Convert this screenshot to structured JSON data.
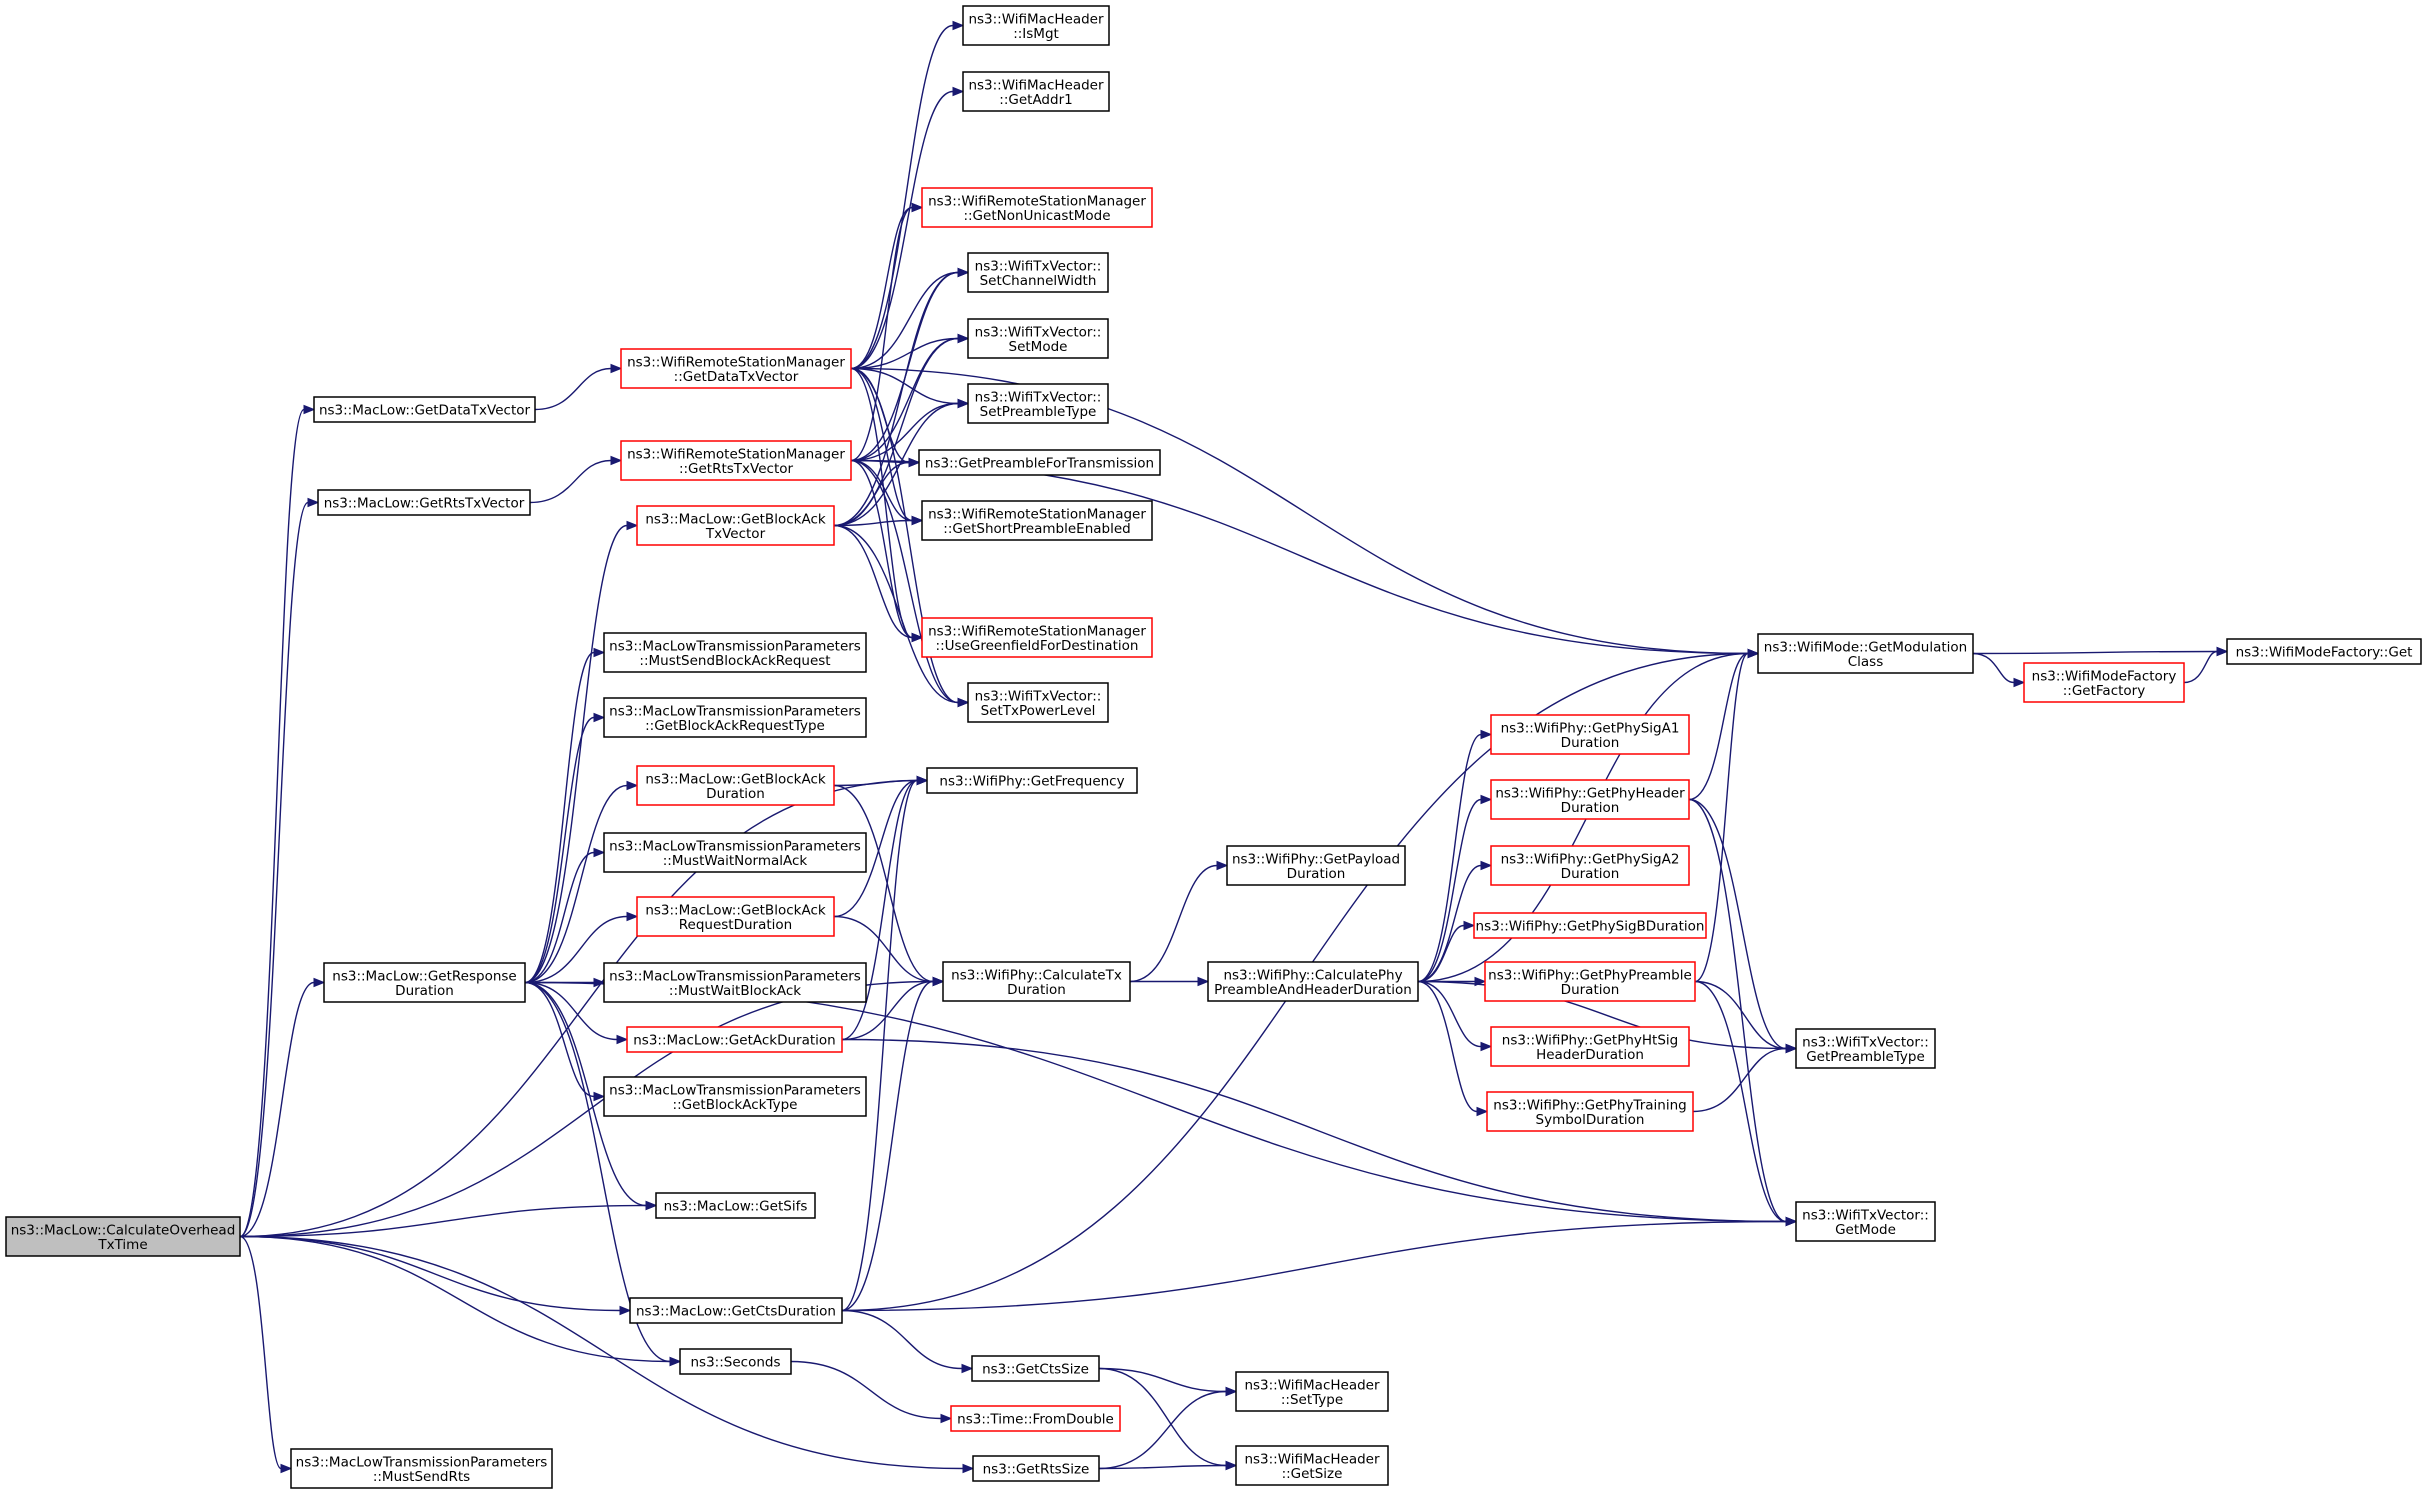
{
  "nodes": [
    {
      "id": "root",
      "lines": [
        "ns3::MacLow::CalculateOverhead",
        "TxTime"
      ],
      "style": "root"
    },
    {
      "id": "getDataTxVector",
      "lines": [
        "ns3::MacLow::GetDataTxVector"
      ],
      "style": "black"
    },
    {
      "id": "getRtsTxVector",
      "lines": [
        "ns3::MacLow::GetRtsTxVector"
      ],
      "style": "black"
    },
    {
      "id": "getResponseDuration",
      "lines": [
        "ns3::MacLow::GetResponse",
        "Duration"
      ],
      "style": "black"
    },
    {
      "id": "getSifs",
      "lines": [
        "ns3::MacLow::GetSifs"
      ],
      "style": "black"
    },
    {
      "id": "getCtsDuration",
      "lines": [
        "ns3::MacLow::GetCtsDuration"
      ],
      "style": "black"
    },
    {
      "id": "seconds",
      "lines": [
        "ns3::Seconds"
      ],
      "style": "black"
    },
    {
      "id": "mustSendRts",
      "lines": [
        "ns3::MacLowTransmissionParameters",
        "::MustSendRts"
      ],
      "style": "black"
    },
    {
      "id": "wrsmGetDataTxVector",
      "lines": [
        "ns3::WifiRemoteStationManager",
        "::GetDataTxVector"
      ],
      "style": "red"
    },
    {
      "id": "wrsmGetRtsTxVector",
      "lines": [
        "ns3::WifiRemoteStationManager",
        "::GetRtsTxVector"
      ],
      "style": "red"
    },
    {
      "id": "getBlockAckTxVector",
      "lines": [
        "ns3::MacLow::GetBlockAck",
        "TxVector"
      ],
      "style": "red"
    },
    {
      "id": "mustSendBlockAckRequest",
      "lines": [
        "ns3::MacLowTransmissionParameters",
        "::MustSendBlockAckRequest"
      ],
      "style": "black"
    },
    {
      "id": "getBlockAckRequestType",
      "lines": [
        "ns3::MacLowTransmissionParameters",
        "::GetBlockAckRequestType"
      ],
      "style": "black"
    },
    {
      "id": "getBlockAckDuration",
      "lines": [
        "ns3::MacLow::GetBlockAck",
        "Duration"
      ],
      "style": "red"
    },
    {
      "id": "mustWaitNormalAck",
      "lines": [
        "ns3::MacLowTransmissionParameters",
        "::MustWaitNormalAck"
      ],
      "style": "black"
    },
    {
      "id": "getBlockAckRequestDuration",
      "lines": [
        "ns3::MacLow::GetBlockAck",
        "RequestDuration"
      ],
      "style": "red"
    },
    {
      "id": "mustWaitBlockAck",
      "lines": [
        "ns3::MacLowTransmissionParameters",
        "::MustWaitBlockAck"
      ],
      "style": "black"
    },
    {
      "id": "getAckDuration",
      "lines": [
        "ns3::MacLow::GetAckDuration"
      ],
      "style": "red"
    },
    {
      "id": "getBlockAckType",
      "lines": [
        "ns3::MacLowTransmissionParameters",
        "::GetBlockAckType"
      ],
      "style": "black"
    },
    {
      "id": "getCtsSize",
      "lines": [
        "ns3::GetCtsSize"
      ],
      "style": "black"
    },
    {
      "id": "fromDouble",
      "lines": [
        "ns3::Time::FromDouble"
      ],
      "style": "red"
    },
    {
      "id": "getRtsSize",
      "lines": [
        "ns3::GetRtsSize"
      ],
      "style": "black"
    },
    {
      "id": "isMgt",
      "lines": [
        "ns3::WifiMacHeader",
        "::IsMgt"
      ],
      "style": "black"
    },
    {
      "id": "getAddr1",
      "lines": [
        "ns3::WifiMacHeader",
        "::GetAddr1"
      ],
      "style": "black"
    },
    {
      "id": "getNonUnicastMode",
      "lines": [
        "ns3::WifiRemoteStationManager",
        "::GetNonUnicastMode"
      ],
      "style": "red"
    },
    {
      "id": "setChannelWidth",
      "lines": [
        "ns3::WifiTxVector::",
        "SetChannelWidth"
      ],
      "style": "black"
    },
    {
      "id": "setMode",
      "lines": [
        "ns3::WifiTxVector::",
        "SetMode"
      ],
      "style": "black"
    },
    {
      "id": "setPreambleType",
      "lines": [
        "ns3::WifiTxVector::",
        "SetPreambleType"
      ],
      "style": "black"
    },
    {
      "id": "getPreambleForTransmission",
      "lines": [
        "ns3::GetPreambleForTransmission"
      ],
      "style": "black"
    },
    {
      "id": "getShortPreambleEnabled",
      "lines": [
        "ns3::WifiRemoteStationManager",
        "::GetShortPreambleEnabled"
      ],
      "style": "black"
    },
    {
      "id": "useGreenfieldForDestination",
      "lines": [
        "ns3::WifiRemoteStationManager",
        "::UseGreenfieldForDestination"
      ],
      "style": "red"
    },
    {
      "id": "setTxPowerLevel",
      "lines": [
        "ns3::WifiTxVector::",
        "SetTxPowerLevel"
      ],
      "style": "black"
    },
    {
      "id": "getFrequency",
      "lines": [
        "ns3::WifiPhy::GetFrequency"
      ],
      "style": "black"
    },
    {
      "id": "calculateTxDuration",
      "lines": [
        "ns3::WifiPhy::CalculateTx",
        "Duration"
      ],
      "style": "black"
    },
    {
      "id": "getPayloadDuration",
      "lines": [
        "ns3::WifiPhy::GetPayload",
        "Duration"
      ],
      "style": "black"
    },
    {
      "id": "setType",
      "lines": [
        "ns3::WifiMacHeader",
        "::SetType"
      ],
      "style": "black"
    },
    {
      "id": "getSize",
      "lines": [
        "ns3::WifiMacHeader",
        "::GetSize"
      ],
      "style": "black"
    },
    {
      "id": "calculatePhyPreambleAndHeaderDuration",
      "lines": [
        "ns3::WifiPhy::CalculatePhy",
        "PreambleAndHeaderDuration"
      ],
      "style": "black"
    },
    {
      "id": "getPhySigA1Duration",
      "lines": [
        "ns3::WifiPhy::GetPhySigA1",
        "Duration"
      ],
      "style": "red"
    },
    {
      "id": "getPhyHeaderDuration",
      "lines": [
        "ns3::WifiPhy::GetPhyHeader",
        "Duration"
      ],
      "style": "red"
    },
    {
      "id": "getPhySigA2Duration",
      "lines": [
        "ns3::WifiPhy::GetPhySigA2",
        "Duration"
      ],
      "style": "red"
    },
    {
      "id": "getPhySigBDuration",
      "lines": [
        "ns3::WifiPhy::GetPhySigBDuration"
      ],
      "style": "red"
    },
    {
      "id": "getPhyPreambleDuration",
      "lines": [
        "ns3::WifiPhy::GetPhyPreamble",
        "Duration"
      ],
      "style": "red"
    },
    {
      "id": "getPhyHtSigHeaderDuration",
      "lines": [
        "ns3::WifiPhy::GetPhyHtSig",
        "HeaderDuration"
      ],
      "style": "red"
    },
    {
      "id": "getPhyTrainingSymbolDuration",
      "lines": [
        "ns3::WifiPhy::GetPhyTraining",
        "SymbolDuration"
      ],
      "style": "red"
    },
    {
      "id": "getModulationClass",
      "lines": [
        "ns3::WifiMode::GetModulation",
        "Class"
      ],
      "style": "black"
    },
    {
      "id": "getPreambleType",
      "lines": [
        "ns3::WifiTxVector::",
        "GetPreambleType"
      ],
      "style": "black"
    },
    {
      "id": "getMode",
      "lines": [
        "ns3::WifiTxVector::",
        "GetMode"
      ],
      "style": "black"
    },
    {
      "id": "getFactory",
      "lines": [
        "ns3::WifiModeFactory",
        "::GetFactory"
      ],
      "style": "red"
    },
    {
      "id": "wifiModeFactoryGet",
      "lines": [
        "ns3::WifiModeFactory::Get"
      ],
      "style": "black"
    }
  ],
  "edges": [
    [
      "root",
      "getDataTxVector"
    ],
    [
      "root",
      "getRtsTxVector"
    ],
    [
      "root",
      "getFrequency"
    ],
    [
      "root",
      "getResponseDuration"
    ],
    [
      "root",
      "getSifs"
    ],
    [
      "root",
      "calculateTxDuration"
    ],
    [
      "root",
      "getCtsDuration"
    ],
    [
      "root",
      "seconds"
    ],
    [
      "root",
      "mustSendRts"
    ],
    [
      "root",
      "getRtsSize"
    ],
    [
      "getDataTxVector",
      "wrsmGetDataTxVector"
    ],
    [
      "getRtsTxVector",
      "wrsmGetRtsTxVector"
    ],
    [
      "wrsmGetDataTxVector",
      "isMgt"
    ],
    [
      "wrsmGetDataTxVector",
      "getAddr1"
    ],
    [
      "wrsmGetDataTxVector",
      "getNonUnicastMode"
    ],
    [
      "wrsmGetDataTxVector",
      "setChannelWidth"
    ],
    [
      "wrsmGetDataTxVector",
      "setMode"
    ],
    [
      "wrsmGetDataTxVector",
      "setPreambleType"
    ],
    [
      "wrsmGetDataTxVector",
      "getPreambleForTransmission"
    ],
    [
      "wrsmGetDataTxVector",
      "getShortPreambleEnabled"
    ],
    [
      "wrsmGetDataTxVector",
      "useGreenfieldForDestination"
    ],
    [
      "wrsmGetDataTxVector",
      "setTxPowerLevel"
    ],
    [
      "wrsmGetDataTxVector",
      "getModulationClass"
    ],
    [
      "wrsmGetRtsTxVector",
      "getNonUnicastMode"
    ],
    [
      "wrsmGetRtsTxVector",
      "setChannelWidth"
    ],
    [
      "wrsmGetRtsTxVector",
      "setMode"
    ],
    [
      "wrsmGetRtsTxVector",
      "setPreambleType"
    ],
    [
      "wrsmGetRtsTxVector",
      "getPreambleForTransmission"
    ],
    [
      "wrsmGetRtsTxVector",
      "getShortPreambleEnabled"
    ],
    [
      "wrsmGetRtsTxVector",
      "useGreenfieldForDestination"
    ],
    [
      "wrsmGetRtsTxVector",
      "setTxPowerLevel"
    ],
    [
      "wrsmGetRtsTxVector",
      "getModulationClass"
    ],
    [
      "getBlockAckTxVector",
      "setChannelWidth"
    ],
    [
      "getBlockAckTxVector",
      "setMode"
    ],
    [
      "getBlockAckTxVector",
      "setPreambleType"
    ],
    [
      "getBlockAckTxVector",
      "getPreambleForTransmission"
    ],
    [
      "getBlockAckTxVector",
      "getShortPreambleEnabled"
    ],
    [
      "getBlockAckTxVector",
      "useGreenfieldForDestination"
    ],
    [
      "getBlockAckTxVector",
      "setTxPowerLevel"
    ],
    [
      "getResponseDuration",
      "getBlockAckTxVector"
    ],
    [
      "getResponseDuration",
      "mustSendBlockAckRequest"
    ],
    [
      "getResponseDuration",
      "getBlockAckRequestType"
    ],
    [
      "getResponseDuration",
      "getBlockAckDuration"
    ],
    [
      "getResponseDuration",
      "mustWaitNormalAck"
    ],
    [
      "getResponseDuration",
      "getBlockAckRequestDuration"
    ],
    [
      "getResponseDuration",
      "mustWaitBlockAck"
    ],
    [
      "getResponseDuration",
      "getAckDuration"
    ],
    [
      "getResponseDuration",
      "getBlockAckType"
    ],
    [
      "getResponseDuration",
      "getSifs"
    ],
    [
      "getResponseDuration",
      "seconds"
    ],
    [
      "getResponseDuration",
      "getMode"
    ],
    [
      "getBlockAckDuration",
      "getFrequency"
    ],
    [
      "getBlockAckDuration",
      "calculateTxDuration"
    ],
    [
      "getBlockAckRequestDuration",
      "getFrequency"
    ],
    [
      "getBlockAckRequestDuration",
      "calculateTxDuration"
    ],
    [
      "getAckDuration",
      "getFrequency"
    ],
    [
      "getAckDuration",
      "calculateTxDuration"
    ],
    [
      "getAckDuration",
      "getMode"
    ],
    [
      "getCtsDuration",
      "getFrequency"
    ],
    [
      "getCtsDuration",
      "calculateTxDuration"
    ],
    [
      "getCtsDuration",
      "getCtsSize"
    ],
    [
      "getCtsDuration",
      "getModulationClass"
    ],
    [
      "getCtsDuration",
      "getMode"
    ],
    [
      "seconds",
      "fromDouble"
    ],
    [
      "getCtsSize",
      "setType"
    ],
    [
      "getCtsSize",
      "getSize"
    ],
    [
      "getRtsSize",
      "setType"
    ],
    [
      "getRtsSize",
      "getSize"
    ],
    [
      "calculateTxDuration",
      "getPayloadDuration"
    ],
    [
      "calculateTxDuration",
      "calculatePhyPreambleAndHeaderDuration"
    ],
    [
      "calculatePhyPreambleAndHeaderDuration",
      "getModulationClass"
    ],
    [
      "calculatePhyPreambleAndHeaderDuration",
      "getPhySigA1Duration"
    ],
    [
      "calculatePhyPreambleAndHeaderDuration",
      "getPhyHeaderDuration"
    ],
    [
      "calculatePhyPreambleAndHeaderDuration",
      "getPhySigA2Duration"
    ],
    [
      "calculatePhyPreambleAndHeaderDuration",
      "getPhySigBDuration"
    ],
    [
      "calculatePhyPreambleAndHeaderDuration",
      "getPhyPreambleDuration"
    ],
    [
      "calculatePhyPreambleAndHeaderDuration",
      "getPhyHtSigHeaderDuration"
    ],
    [
      "calculatePhyPreambleAndHeaderDuration",
      "getPhyTrainingSymbolDuration"
    ],
    [
      "calculatePhyPreambleAndHeaderDuration",
      "getPreambleType"
    ],
    [
      "getPhyHeaderDuration",
      "getModulationClass"
    ],
    [
      "getPhyHeaderDuration",
      "getPreambleType"
    ],
    [
      "getPhyHeaderDuration",
      "getMode"
    ],
    [
      "getPhyPreambleDuration",
      "getModulationClass"
    ],
    [
      "getPhyPreambleDuration",
      "getPreambleType"
    ],
    [
      "getPhyPreambleDuration",
      "getMode"
    ],
    [
      "getPhyTrainingSymbolDuration",
      "getPreambleType"
    ],
    [
      "getModulationClass",
      "getFactory"
    ],
    [
      "getModulationClass",
      "wifiModeFactoryGet"
    ],
    [
      "getFactory",
      "wifiModeFactoryGet"
    ]
  ]
}
